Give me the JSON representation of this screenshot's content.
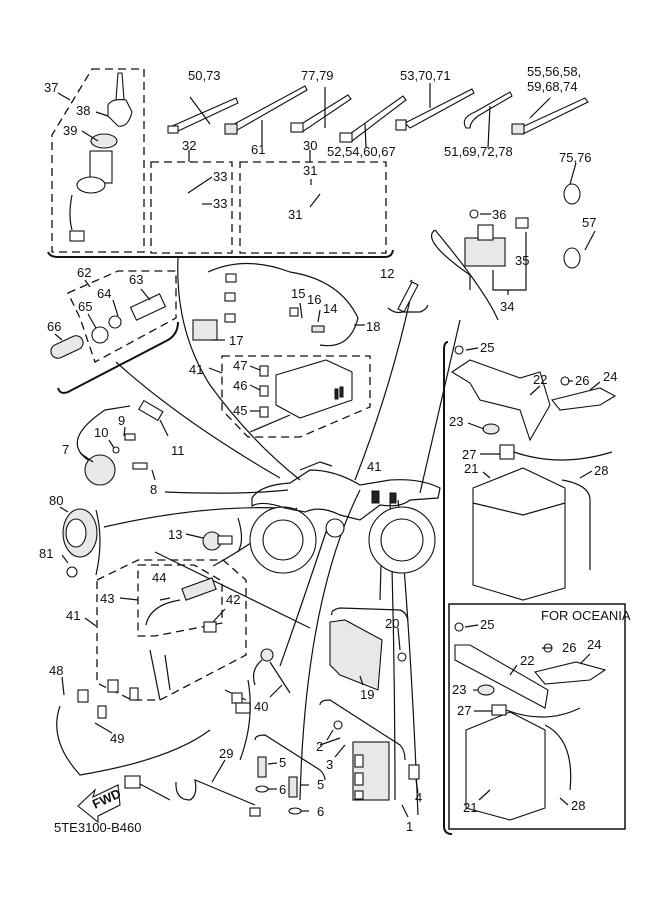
{
  "diagram": {
    "title_code": "5TE3100-B460",
    "fwd_label": "FWD",
    "oceania_label": "FOR OCEANIA",
    "callouts": {
      "c37": "37",
      "c38": "38",
      "c39": "39",
      "c32": "32",
      "c33a": "33",
      "c33b": "33",
      "c30": "30",
      "c31a": "31",
      "c31b": "31",
      "c5073": "50,73",
      "c61": "61",
      "c7779": "77,79",
      "c52546067": "52,54,60,67",
      "c537071": "53,70,71",
      "c51697278": "51,69,72,78",
      "c555658": "55,56,58,",
      "c596874": "59,68,74",
      "c7576": "75,76",
      "c57": "57",
      "c36": "36",
      "c35": "35",
      "c34": "34",
      "c62": "62",
      "c63": "63",
      "c64": "64",
      "c65": "65",
      "c66": "66",
      "c12": "12",
      "c15": "15",
      "c16": "16",
      "c14": "14",
      "c18": "18",
      "c17": "17",
      "c41a": "41",
      "c47": "47",
      "c46": "46",
      "c45": "45",
      "c25": "25",
      "c22": "22",
      "c26": "26",
      "c24": "24",
      "c23": "23",
      "c27": "27",
      "c21": "21",
      "c28": "28",
      "c7": "7",
      "c10": "10",
      "c9": "9",
      "c11": "11",
      "c8": "8",
      "c80": "80",
      "c81": "81",
      "c13": "13",
      "c41b": "41",
      "c43": "43",
      "c44": "44",
      "c42": "42",
      "c41c": "41",
      "c48": "48",
      "c49": "49",
      "c40": "40",
      "c20": "20",
      "c19": "19",
      "c29": "29",
      "c5a": "5",
      "c6a": "6",
      "c5b": "5",
      "c6b": "6",
      "c2": "2",
      "c3": "3",
      "c4": "4",
      "c1": "1",
      "o25": "25",
      "o26": "26",
      "o24": "24",
      "o22": "22",
      "o23": "23",
      "o27": "27",
      "o21": "21",
      "o28": "28"
    }
  }
}
